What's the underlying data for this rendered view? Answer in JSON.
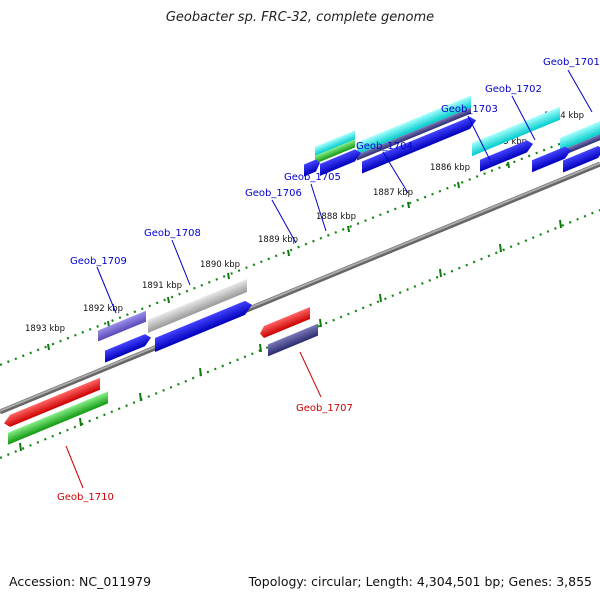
{
  "header": {
    "title": "Geobacter sp. FRC-32, complete genome"
  },
  "footer": {
    "accession": "Accession: NC_011979",
    "summary": "Topology: circular; Length: 4,304,501 bp; Genes: 3,855"
  },
  "map": {
    "kbp_labels": [
      "1884 kbp",
      "1885 kbp",
      "1886 kbp",
      "1887 kbp",
      "1888 kbp",
      "1889 kbp",
      "1890 kbp",
      "1891 kbp",
      "1892 kbp",
      "1893 kbp"
    ],
    "forward_genes": [
      {
        "name": "Geob_1701",
        "color": "#0000cc"
      },
      {
        "name": "Geob_1702",
        "color": "#0000cc"
      },
      {
        "name": "Geob_1703",
        "color": "#0000cc"
      },
      {
        "name": "Geob_1704",
        "color": "#0000cc"
      },
      {
        "name": "Geob_1705",
        "color": "#0000cc"
      },
      {
        "name": "Geob_1706",
        "color": "#0000cc"
      },
      {
        "name": "Geob_1708",
        "color": "#0000cc"
      },
      {
        "name": "Geob_1709",
        "color": "#0000cc"
      }
    ],
    "reverse_genes": [
      {
        "name": "Geob_1707",
        "color": "#dd0000"
      },
      {
        "name": "Geob_1710",
        "color": "#dd0000"
      }
    ],
    "colors": {
      "cyan": "#33dddd",
      "blue": "#0000ee",
      "navy": "#3a3a88",
      "green": "#22bb22",
      "red": "#ee0000",
      "grey": "#aaaaaa",
      "lavender": "#6a5acd",
      "backbone": "#888888",
      "tick": "#117711"
    }
  }
}
